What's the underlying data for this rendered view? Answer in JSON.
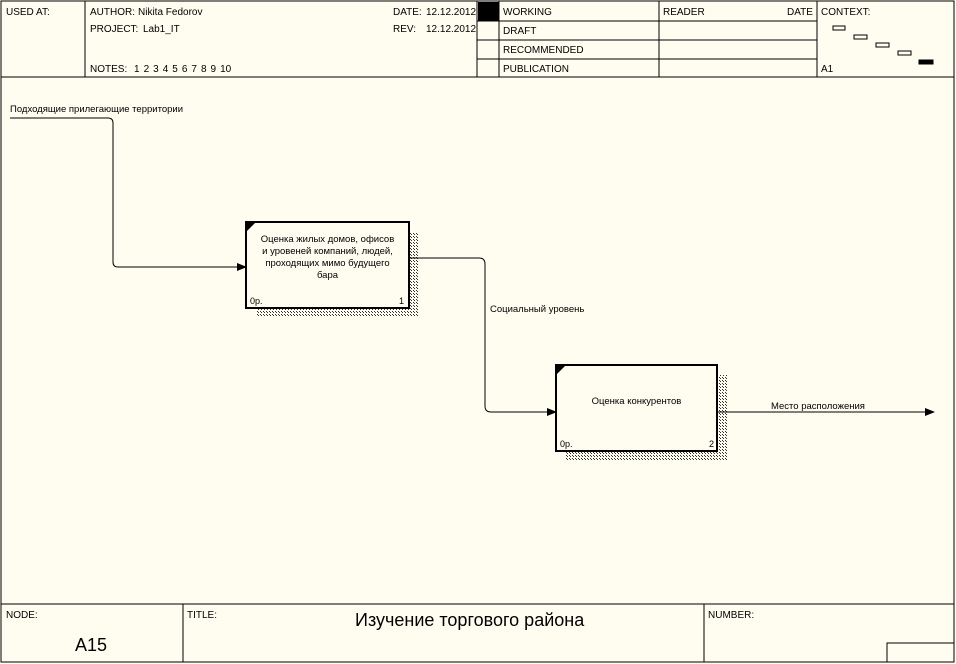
{
  "header": {
    "used_at_label": "USED AT:",
    "author_label": "AUTHOR:",
    "author": "Nikita Fedorov",
    "project_label": "PROJECT:",
    "project": "Lab1_IT",
    "notes_label": "NOTES:",
    "notes": [
      "1",
      "2",
      "3",
      "4",
      "5",
      "6",
      "7",
      "8",
      "9",
      "10"
    ],
    "date_label": "DATE:",
    "date": "12.12.2012",
    "rev_label": "REV:",
    "rev": "12.12.2012",
    "status": [
      "WORKING",
      "DRAFT",
      "RECOMMENDED",
      "PUBLICATION"
    ],
    "reader_label": "READER",
    "reader_date_label": "DATE",
    "context_label": "CONTEXT:",
    "context_node": "A1"
  },
  "diagram": {
    "boxes": [
      {
        "text": "Оценка жилых домов, офисов и уровеней компаний, людей, проходящих мимо будущего бара",
        "cost": "0р.",
        "number": "1"
      },
      {
        "text": "Оценка конкурентов",
        "cost": "0р.",
        "number": "2"
      }
    ],
    "arrows": [
      {
        "label": "Подходящие прилегающие территории"
      },
      {
        "label": "Социальный уровень"
      },
      {
        "label": "Место расположения"
      }
    ]
  },
  "footer": {
    "node_label": "NODE:",
    "node": "A15",
    "title_label": "TITLE:",
    "title": "Изучение торгового района",
    "number_label": "NUMBER:"
  }
}
